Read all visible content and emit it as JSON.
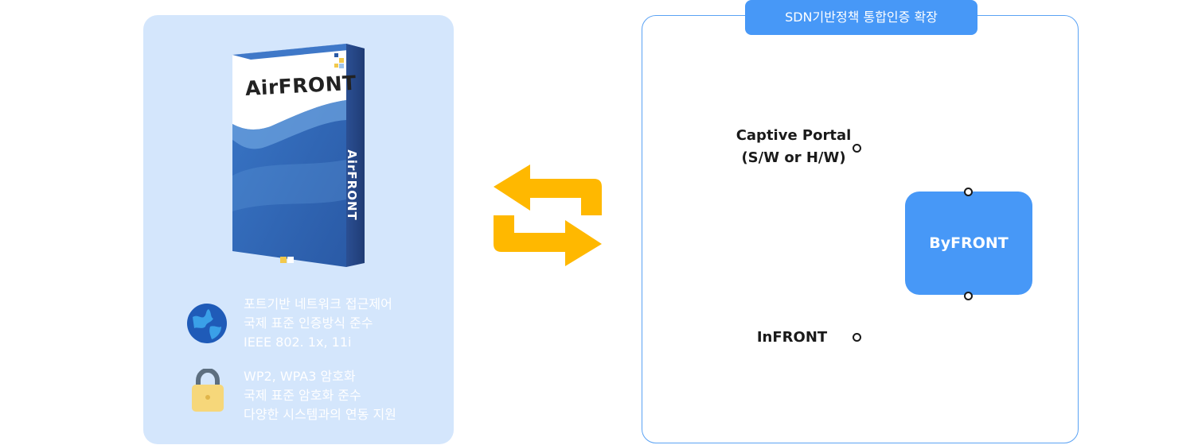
{
  "product": {
    "box_title": "AirFRONT",
    "box_spine": "AirFRONT"
  },
  "features": [
    {
      "icon": "globe-icon",
      "lines": [
        "포트기반 네트워크 접근제어",
        "국제 표준 인증방식 준수",
        "IEEE 802. 1x, 11i"
      ]
    },
    {
      "icon": "padlock-icon",
      "lines": [
        "WP2, WPA3 암호화",
        "국제 표준 암호화 준수",
        "다양한 시스템과의 연동 지원"
      ]
    }
  ],
  "panel": {
    "tab_label": "SDN기반정책 통합인증 확장",
    "captive_portal": [
      "Captive Portal",
      "(S/W or H/W)"
    ],
    "infront": "InFRONT",
    "byfront": "ByFRONT"
  },
  "colors": {
    "left_panel_bg": "#d4e6fc",
    "accent_blue": "#4798f7",
    "arrow_yellow": "#ffb800",
    "panel_border": "#5aa2f4"
  }
}
